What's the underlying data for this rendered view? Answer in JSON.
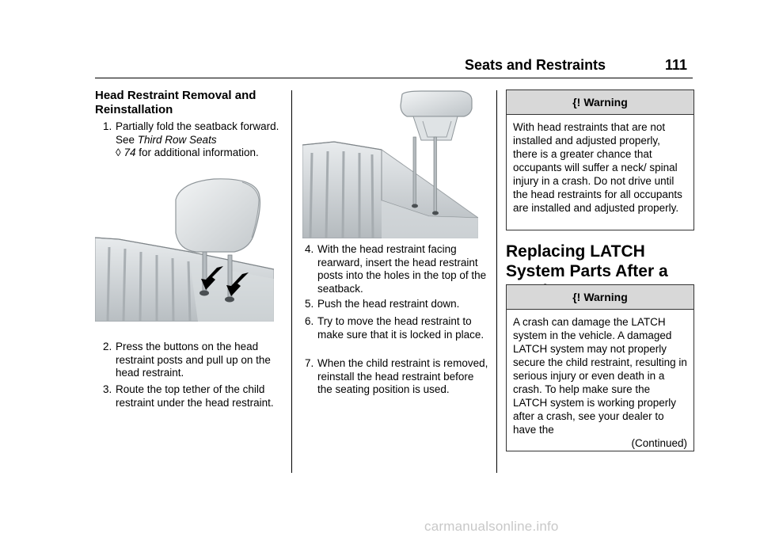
{
  "header": {
    "section_title": "Seats and Restraints",
    "page_number": "111"
  },
  "col1": {
    "heading": "Head Restraint Removal and Reinstallation",
    "steps": [
      {
        "num": "1.",
        "text_before": "Partially fold the seatback forward. See ",
        "link_text": "Third Row Seats",
        "page_icon": "◊",
        "page_ref": "74",
        "text_after": " for additional information."
      },
      {
        "num": "2.",
        "text": "Press the buttons on the head restraint posts and pull up on the head restraint."
      },
      {
        "num": "3.",
        "text": "Route the top tether of the child restraint under the head restraint."
      }
    ]
  },
  "col2": {
    "steps": [
      {
        "num": "4.",
        "text": "With the head restraint facing rearward, insert the head restraint posts into the holes in the top of the seatback."
      },
      {
        "num": "5.",
        "text": "Push the head restraint down."
      },
      {
        "num": "6.",
        "text": "Try to move the head restraint to make sure that it is locked in place."
      },
      {
        "num": "7.",
        "text": "When the child restraint is removed, reinstall the head restraint before the seating position is used."
      }
    ]
  },
  "col3": {
    "warning1": {
      "icon": "{!",
      "title": "Warning",
      "text": "With head restraints that are not installed and adjusted properly, there is a greater chance that occupants will suffer a neck/ spinal injury in a crash. Do not drive until the head restraints for all occupants are installed and adjusted properly."
    },
    "heading": "Replacing LATCH System Parts After a Crash",
    "warning2": {
      "icon": "{!",
      "title": "Warning",
      "text": "A crash can damage the LATCH system in the vehicle. A damaged LATCH system may not properly secure the child restraint, resulting in serious injury or even death in a crash. To help make sure the LATCH system is working properly after a crash, see your dealer to have the",
      "continued": "(Continued)"
    }
  },
  "footer": {
    "watermark": "carmanualsonline.info"
  }
}
